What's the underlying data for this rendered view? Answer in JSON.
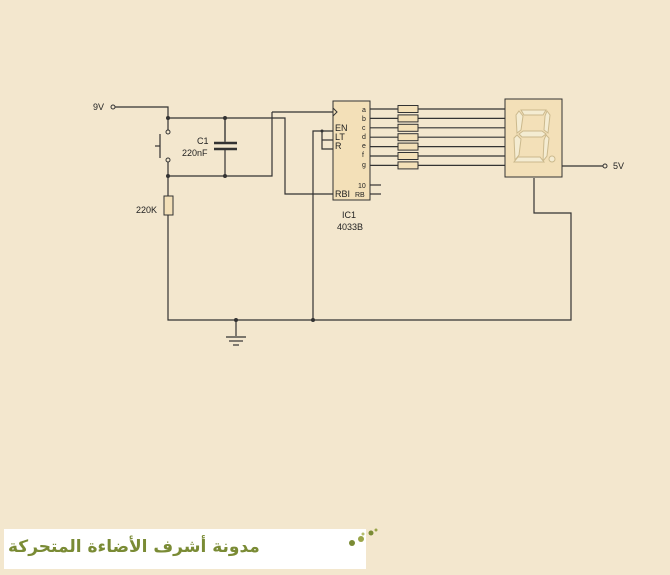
{
  "schematic": {
    "supply_in": "9V",
    "supply_out": "5V",
    "capacitor_ref": "C1",
    "capacitor_value": "220nF",
    "resistor_value": "220K",
    "ic_ref": "IC1",
    "ic_part": "4033B",
    "ic_left_pins": [
      "EN",
      "LT",
      "R",
      "RBI"
    ],
    "ic_output_pins": [
      "a",
      "b",
      "c",
      "d",
      "e",
      "f",
      "g"
    ],
    "ic_right_pins": [
      "10",
      "RB"
    ]
  },
  "banner": {
    "text": "مدونة أشرف الأضاءة المتحركة"
  },
  "colors": {
    "background": "#f3e7ce",
    "component_fill": "#f3e0b8",
    "banner_text": "#7a8b35"
  },
  "icons": [
    "push-button-switch",
    "capacitor",
    "resistor",
    "ground-symbol",
    "seven-segment-display"
  ]
}
